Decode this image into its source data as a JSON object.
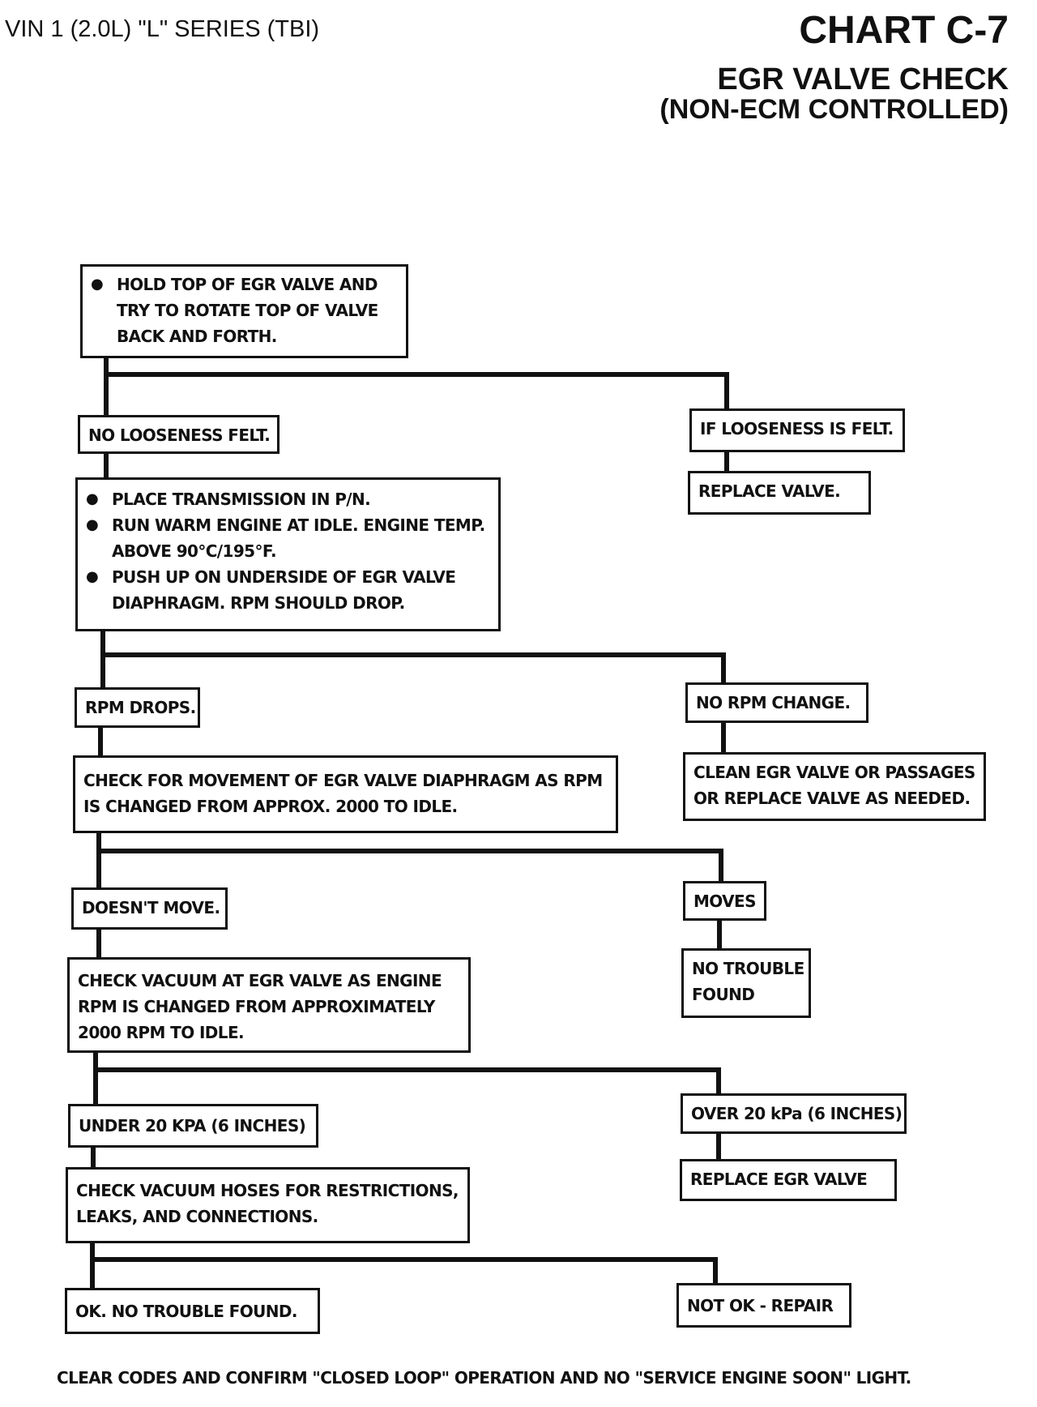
{
  "header": {
    "vin": "VIN 1 (2.0L) \"L\" SERIES (TBI)",
    "chart_title": "CHART C-7",
    "chart_subtitle": "EGR VALVE CHECK",
    "chart_subtitle2": "(NON-ECM CONTROLLED)"
  },
  "steps": {
    "s1": [
      "HOLD TOP OF EGR VALVE AND",
      "TRY TO ROTATE TOP OF VALVE",
      "BACK AND FORTH."
    ],
    "s1_no": "NO LOOSENESS FELT.",
    "s1_yes": "IF LOOSENESS IS FELT.",
    "s1_yes_action": "REPLACE VALVE.",
    "s2_b1": "PLACE TRANSMISSION IN P/N.",
    "s2_b2": [
      "RUN WARM ENGINE AT IDLE. ENGINE TEMP.",
      "ABOVE 90°C/195°F."
    ],
    "s2_b3": [
      "PUSH UP ON UNDERSIDE OF EGR VALVE",
      "DIAPHRAGM.  RPM SHOULD DROP."
    ],
    "s2_drops": "RPM DROPS.",
    "s2_nochange": "NO RPM CHANGE.",
    "s2_nochange_action": [
      "CLEAN EGR VALVE OR PASSAGES",
      "OR REPLACE VALVE AS NEEDED."
    ],
    "s3": [
      "CHECK FOR MOVEMENT OF EGR VALVE DIAPHRAGM AS RPM",
      "IS CHANGED FROM APPROX. 2000 TO IDLE."
    ],
    "s3_nomove": "DOESN'T MOVE.",
    "s3_moves": "MOVES",
    "s3_moves_result": [
      "NO TROUBLE",
      "FOUND"
    ],
    "s4": [
      "CHECK VACUUM AT EGR VALVE AS ENGINE",
      "RPM IS CHANGED FROM APPROXIMATELY",
      "2000 RPM TO IDLE."
    ],
    "s4_under": "UNDER 20 KPA (6 INCHES)",
    "s4_over": "OVER 20 kPa  (6 INCHES)",
    "s4_over_action": "REPLACE EGR VALVE",
    "s5": [
      "CHECK VACUUM HOSES FOR RESTRICTIONS,",
      "LEAKS, AND CONNECTIONS."
    ],
    "s5_ok": "OK.  NO TROUBLE FOUND.",
    "s5_notok": "NOT OK - REPAIR"
  },
  "footer": "CLEAR CODES AND CONFIRM \"CLOSED LOOP\" OPERATION AND NO \"SERVICE ENGINE SOON\" LIGHT."
}
